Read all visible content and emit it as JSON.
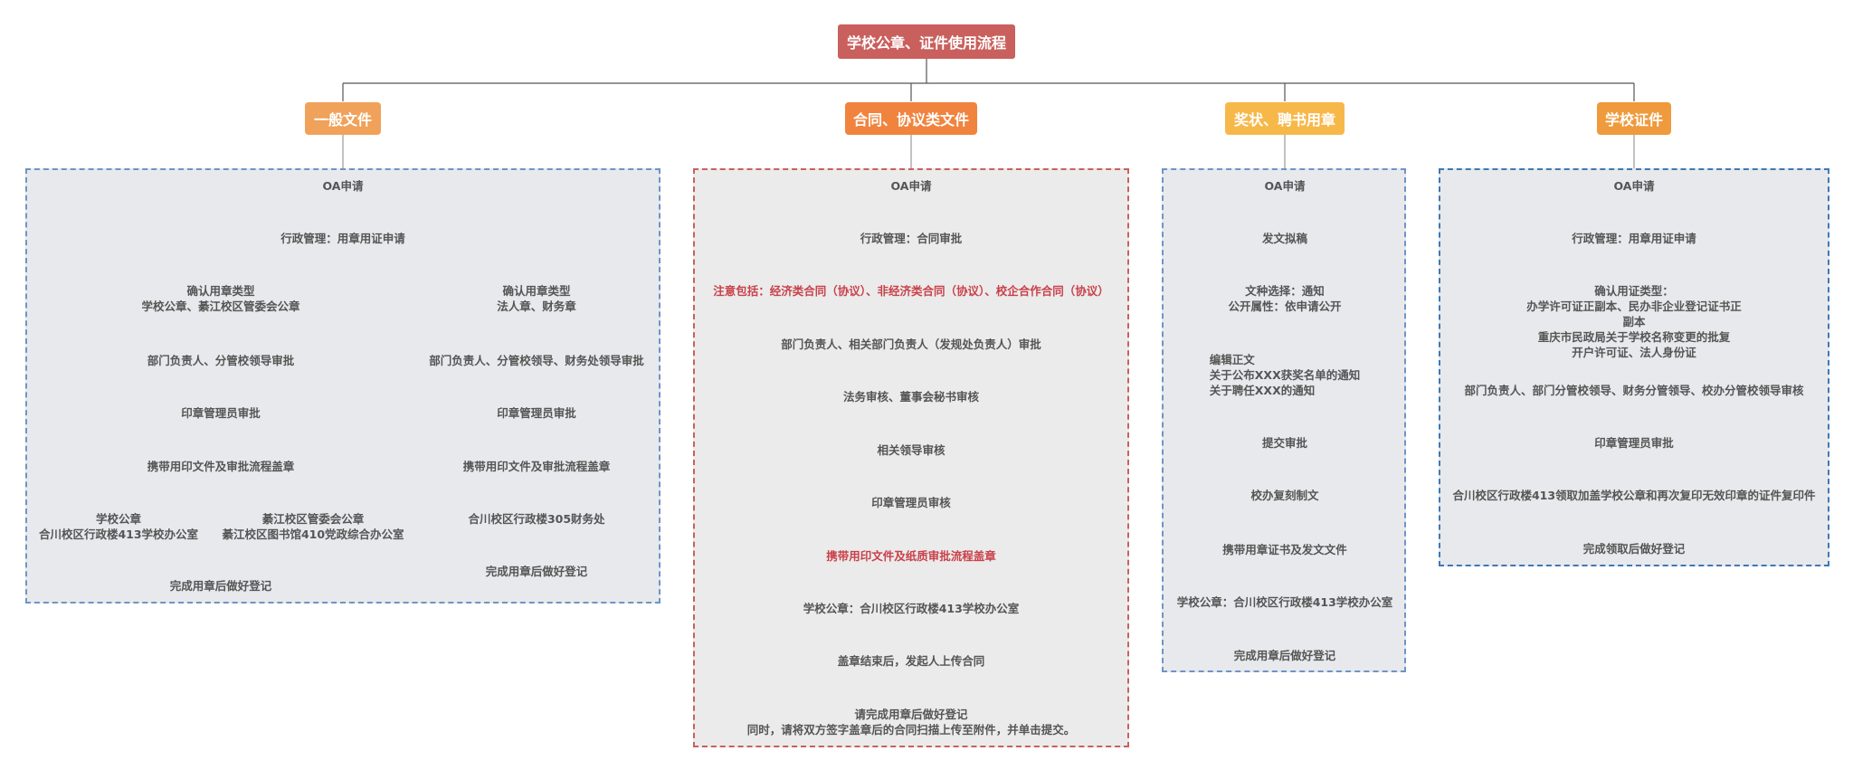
{
  "root": {
    "title": "学校公章、证件使用流程"
  },
  "branches": [
    {
      "label": "一般文件",
      "color": "#f0a25a"
    },
    {
      "label": "合同、协议类文件",
      "color": "#f0843e"
    },
    {
      "label": "奖状、聘书用章",
      "color": "#f7b84a"
    },
    {
      "label": "学校证件",
      "color": "#ef9a3c"
    }
  ],
  "general": {
    "oa": "OA申请",
    "admin": "行政管理：用章用证申请",
    "left": {
      "type": "确认用章类型\n学校公章、綦江校区管委会公章",
      "leader": "部门负责人、分管校领导审批",
      "manager": "印章管理员审批",
      "carry": "携带用印文件及审批流程盖章",
      "school_seal": "学校公章\n合川校区行政楼413学校办公室",
      "qijiang_seal": "綦江校区管委会公章\n綦江校区图书馆410党政综合办公室",
      "done": "完成用章后做好登记"
    },
    "right": {
      "type": "确认用章类型\n法人章、财务章",
      "leader": "部门负责人、分管校领导、财务处领导审批",
      "manager": "印章管理员审批",
      "carry": "携带用印文件及审批流程盖章",
      "location": "合川校区行政楼305财务处",
      "done": "完成用章后做好登记"
    }
  },
  "contract": {
    "oa": "OA申请",
    "admin": "行政管理：合同审批",
    "note": "注意包括：经济类合同（协议）、非经济类合同（协议）、校企合作合同（协议）",
    "dept": "部门负责人、相关部门负责人（发规处负责人）审批",
    "legal": "法务审核、董事会秘书审核",
    "leader": "相关领导审核",
    "manager": "印章管理员审核",
    "carry": "携带用印文件及纸质审批流程盖章",
    "seal": "学校公章：合川校区行政楼413学校办公室",
    "upload": "盖章结束后，发起人上传合同",
    "done": "请完成用章后做好登记\n同时，请将双方签字盖章后的合同扫描上传至附件，并单击提交。"
  },
  "award": {
    "oa": "OA申请",
    "draft": "发文拟稿",
    "select": "文种选择：通知\n公开属性：依申请公开",
    "edit": "编辑正文\n关于公布XXX获奖名单的通知\n关于聘任XXX的通知",
    "submit": "提交审批",
    "copy": "校办复刻制文",
    "carry": "携带用章证书及发文文件",
    "seal": "学校公章：合川校区行政楼413学校办公室",
    "done": "完成用章后做好登记"
  },
  "cert": {
    "oa": "OA申请",
    "admin": "行政管理：用章用证申请",
    "type": "确认用证类型：\n办学许可证正副本、民办非企业登记证书正副本\n重庆市民政局关于学校名称变更的批复\n开户许可证、法人身份证",
    "leader": "部门负责人、部门分管校领导、财务分管领导、校办分管校领导审核",
    "manager": "印章管理员审批",
    "pickup": "合川校区行政楼413领取加盖学校公章和再次复印无效印章的证件复印件",
    "done": "完成领取后做好登记"
  }
}
